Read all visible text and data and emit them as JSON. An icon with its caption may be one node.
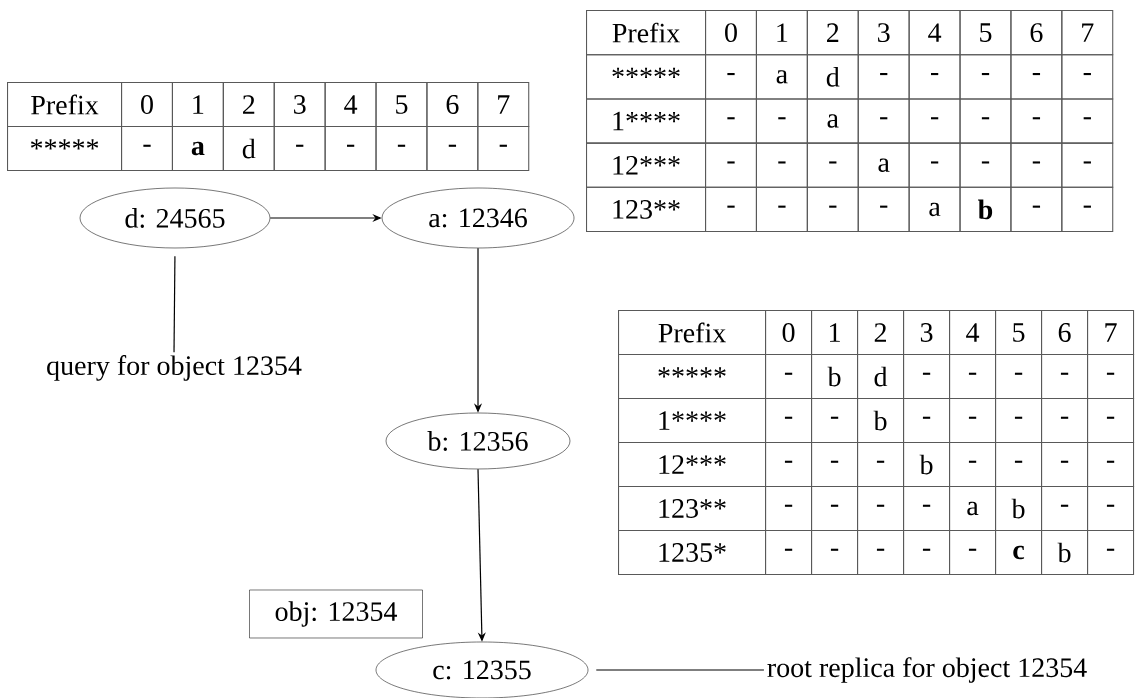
{
  "diagram": {
    "nodes": [
      {
        "text": [
          "d: 24565"
        ]
      },
      {
        "text": [
          "a: 12346"
        ]
      },
      {
        "text": [
          "b: 12356"
        ]
      },
      {
        "text": [
          "obj: 12354"
        ]
      },
      {
        "text": [
          "c: 12355"
        ]
      },
      {
        "text": [
          "query for object 12354"
        ]
      },
      {
        "text": [
          "root replica for object 12354"
        ]
      }
    ],
    "edges": [
      {
        "from": 0,
        "to": 1,
        "arrow": "to"
      },
      {
        "from": 1,
        "to": 2,
        "arrow": "to"
      },
      {
        "from": 2,
        "to": 4,
        "arrow": "to"
      },
      {
        "from": 0,
        "to": 5,
        "arrow": "none"
      },
      {
        "from": 4,
        "to": 6,
        "arrow": "none"
      }
    ],
    "labels": [
      "Prefix",
      "0",
      "1",
      "2",
      "3",
      "4",
      "5",
      "6",
      "7",
      "*****",
      "-",
      "a",
      "d",
      "-",
      "-",
      "-",
      "-",
      "-",
      "Prefix",
      "0",
      "1",
      "2",
      "3",
      "4",
      "5",
      "6",
      "7",
      "*****",
      "-",
      "a",
      "d",
      "-",
      "-",
      "-",
      "-",
      "-",
      "1****",
      "-",
      "-",
      "a",
      "-",
      "-",
      "-",
      "-",
      "-",
      "12***",
      "-",
      "-",
      "-",
      "a",
      "-",
      "-",
      "-",
      "-",
      "123**",
      "-",
      "-",
      "-",
      "-",
      "a",
      "b",
      "-",
      "-",
      "Prefix",
      "0",
      "1",
      "2",
      "3",
      "4",
      "5",
      "6",
      "7",
      "*****",
      "-",
      "b",
      "d",
      "-",
      "-",
      "-",
      "-",
      "-",
      "1****",
      "-",
      "-",
      "b",
      "-",
      "-",
      "-",
      "-",
      "-",
      "12***",
      "-",
      "-",
      "-",
      "b",
      "-",
      "-",
      "-",
      "-",
      "123**",
      "-",
      "-",
      "-",
      "-",
      "a",
      "b",
      "-",
      "-",
      "1235*",
      "-",
      "-",
      "-",
      "-",
      "-",
      "c",
      "b",
      "-"
    ]
  }
}
